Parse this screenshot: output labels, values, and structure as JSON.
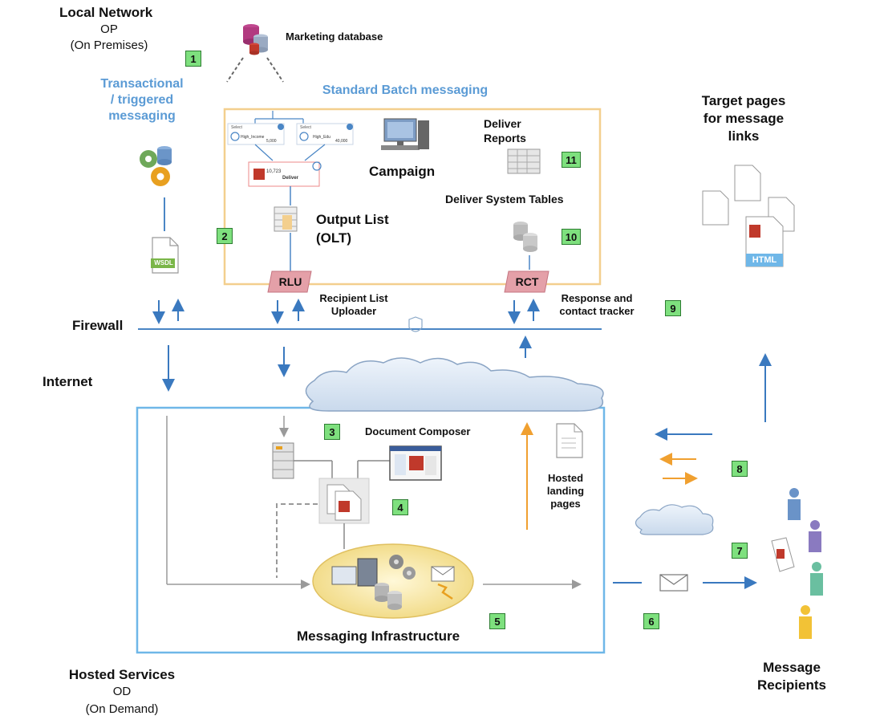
{
  "sections": {
    "local_network": {
      "title": "Local Network",
      "code": "OP",
      "subtitle": "(On Premises)"
    },
    "hosted_services": {
      "title": "Hosted Services",
      "code": "OD",
      "subtitle": "(On Demand)"
    },
    "firewall": "Firewall",
    "internet": "Internet",
    "target_pages": {
      "line1": "Target pages",
      "line2": "for message",
      "line3": "links"
    },
    "message_recipients": {
      "line1": "Message",
      "line2": "Recipients"
    }
  },
  "labels": {
    "marketing_database": "Marketing database",
    "transactional": {
      "line1": "Transactional",
      "line2": "/ triggered",
      "line3": "messaging"
    },
    "standard_batch": "Standard Batch messaging",
    "campaign": "Campaign",
    "deliver_reports": {
      "line1": "Deliver",
      "line2": "Reports"
    },
    "deliver_system_tables": "Deliver System Tables",
    "output_list": {
      "line1": "Output List",
      "line2": "(OLT)"
    },
    "rlu": "RLU",
    "rct": "RCT",
    "recipient_list_uploader": {
      "line1": "Recipient List",
      "line2": "Uploader"
    },
    "response_contact_tracker": {
      "line1": "Response and",
      "line2": "contact tracker"
    },
    "document_composer": "Document Composer",
    "hosted_landing_pages": {
      "line1": "Hosted",
      "line2": "landing",
      "line3": "pages"
    },
    "messaging_infrastructure": "Messaging Infrastructure",
    "wsdl": "WSDL",
    "html": "HTML",
    "flow_node_a": {
      "title": "High_Income",
      "value": "5,000"
    },
    "flow_node_b": {
      "title": "High_Edu",
      "value": "40,000"
    },
    "flow_node_deliver": {
      "title": "Deliver",
      "value": "10,723"
    },
    "flow_select": "Select"
  },
  "badges": [
    "1",
    "2",
    "3",
    "4",
    "5",
    "6",
    "7",
    "8",
    "9",
    "10",
    "11"
  ],
  "colors": {
    "blue_line": "#4a86c5",
    "orange_arrow": "#f0a030",
    "box_orange": "#f3cf8e",
    "box_blue": "#6fb7e8",
    "badge_green": "#7ee07e"
  }
}
